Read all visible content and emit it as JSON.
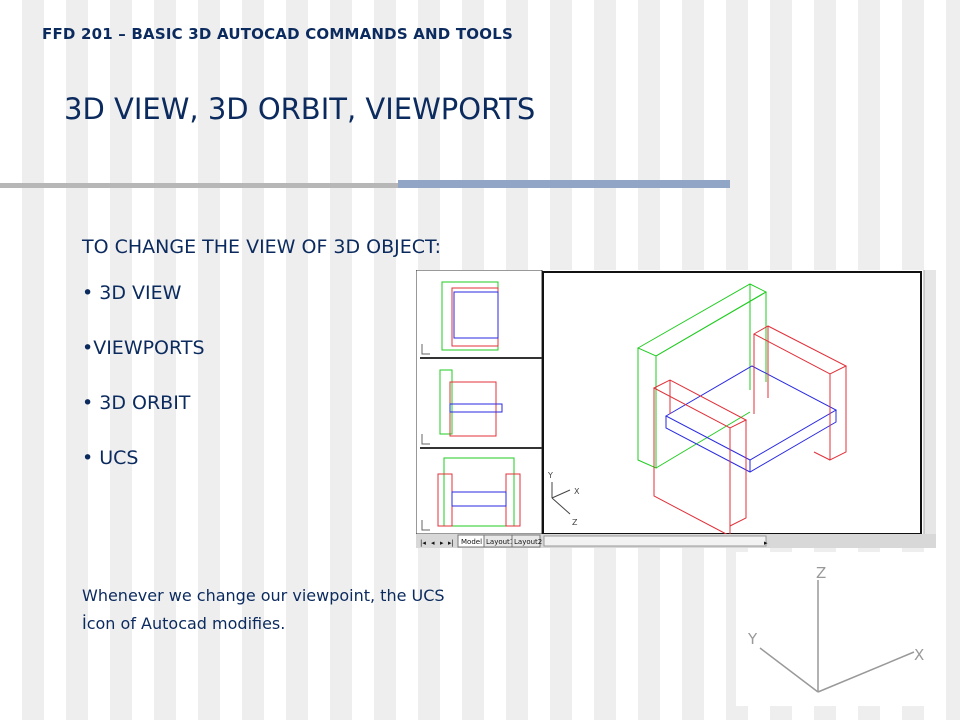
{
  "header": {
    "course": "FFD 201 – BASIC 3D AUTOCAD COMMANDS AND TOOLS",
    "title": "3D VIEW, 3D ORBIT, VIEWPORTS"
  },
  "content": {
    "heading": "TO CHANGE THE VIEW OF 3D OBJECT:",
    "bullets": [
      "• 3D VIEW",
      "•VIEWPORTS",
      "• 3D ORBIT",
      "• UCS"
    ],
    "paragraph_line1": "Whenever we change our viewpoint, the UCS",
    "paragraph_line2": "İcon of Autocad modifies."
  },
  "autocad_screenshot": {
    "tabs": [
      "Model",
      "Layout1",
      "Layout2"
    ],
    "ucs_labels": {
      "y": "Y",
      "x": "X",
      "z": "Z"
    }
  },
  "ucs_icon": {
    "z": "Z",
    "y": "Y",
    "x": "X"
  },
  "colors": {
    "text": "#0b2a5e",
    "accent_bar": "#91a5c6",
    "gray_bar": "#b7b7b7",
    "drawing_green": "#22cc22",
    "drawing_red": "#e0303a",
    "drawing_blue": "#2a2ae0"
  }
}
